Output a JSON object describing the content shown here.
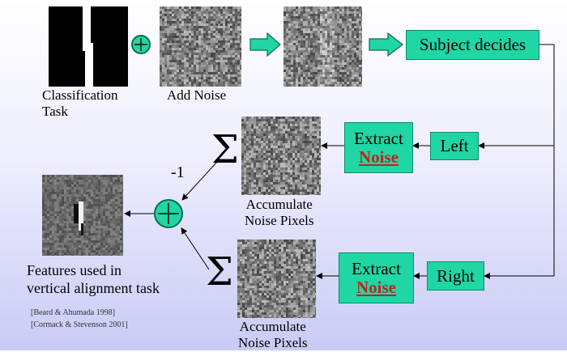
{
  "labels": {
    "classification_task": "Classification\nTask",
    "add_noise": "Add Noise",
    "subject_decides": "Subject decides",
    "left": "Left",
    "right": "Right",
    "extract": "Extract",
    "noise": "Noise",
    "accumulate_noise_pixels": "Accumulate\nNoise Pixels",
    "minus_one": "-1",
    "sigma": "Σ",
    "features_caption": "Features used in\nvertical alignment task"
  },
  "citations": [
    "[Beard & Ahumada 1998]",
    "[Cormack & Stevenson 2001]"
  ],
  "colors": {
    "accent_green": "#1fd6a4",
    "noise_red": "#c0241b",
    "line": "#000000"
  }
}
